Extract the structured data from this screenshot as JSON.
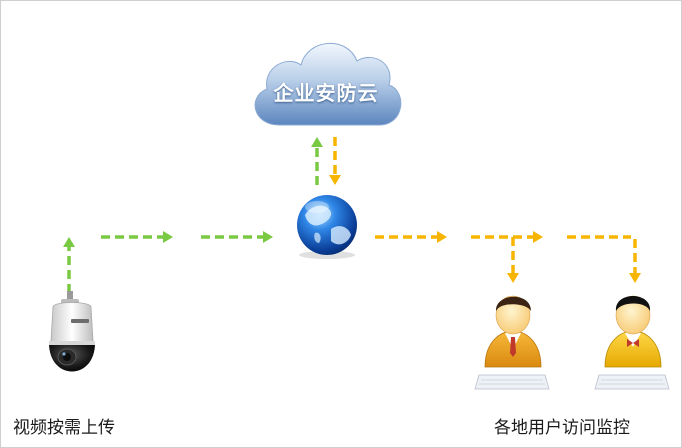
{
  "cloud": {
    "label": "企业安防云"
  },
  "captions": {
    "upload": "视频按需上传",
    "access": "各地用户访问监控"
  },
  "colors": {
    "upload_arrow": "#7ac943",
    "access_arrow": "#f7b500",
    "cloud_light": "#e9f2fb",
    "cloud_dark": "#5c86bf",
    "globe": "#1f6fd6"
  },
  "icons": [
    "ptz-camera-icon",
    "cloud-icon",
    "globe-icon",
    "user-icon",
    "user-icon"
  ]
}
